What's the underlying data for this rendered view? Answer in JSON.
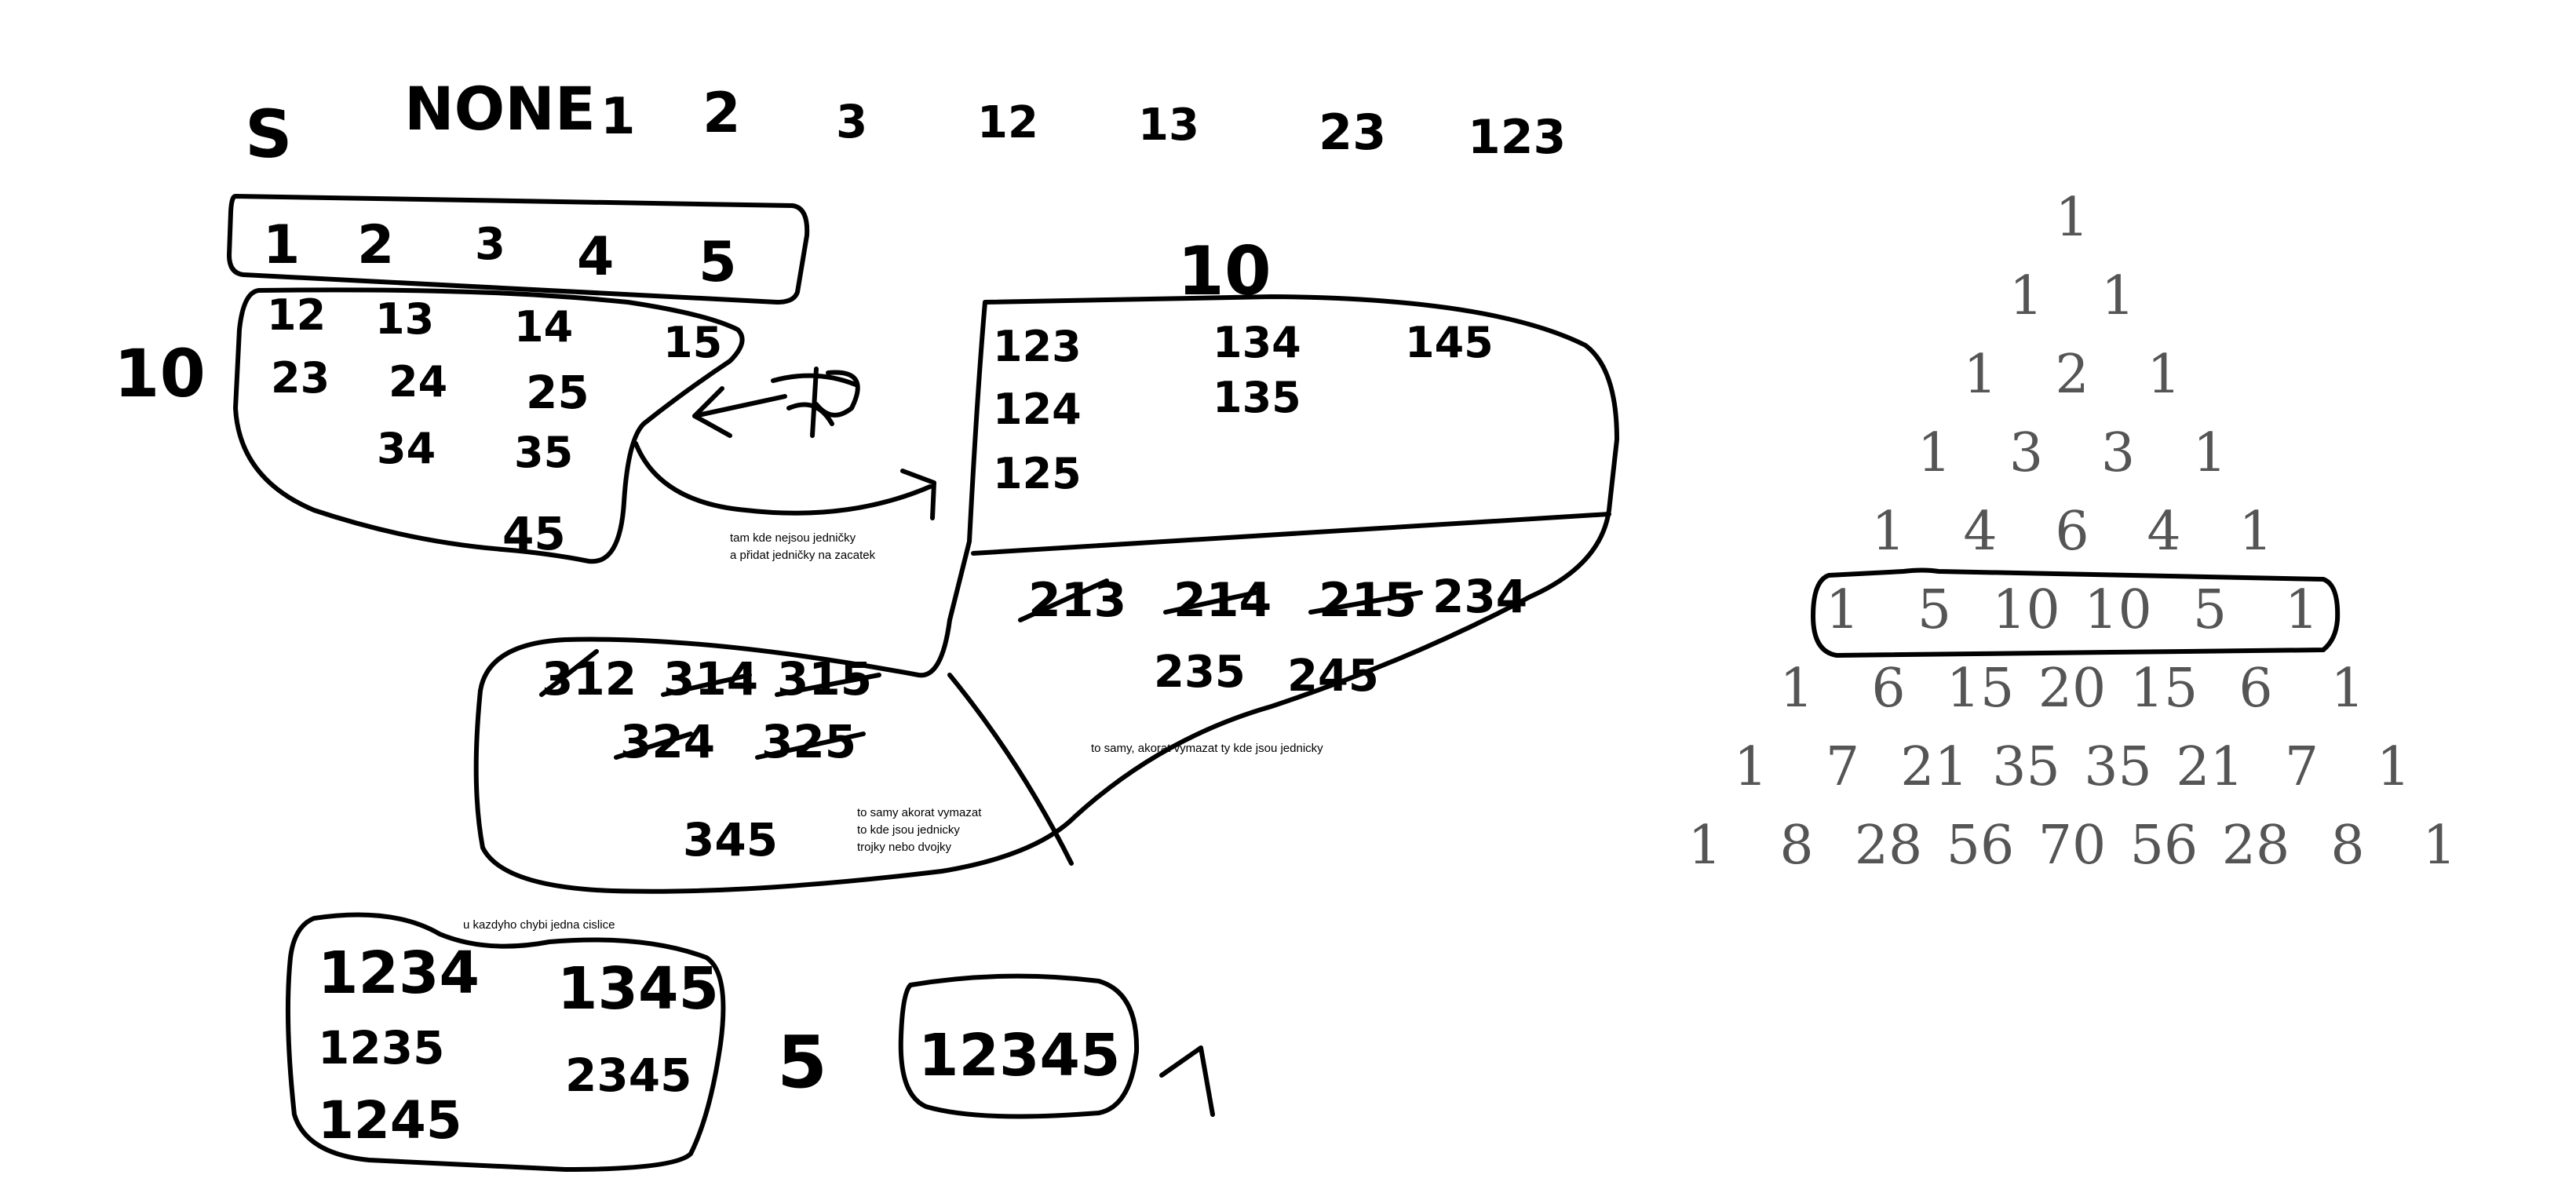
{
  "header": {
    "s_label": "S",
    "items": [
      "NONE",
      "1",
      "2",
      "3",
      "12",
      "13",
      "23",
      "123"
    ]
  },
  "singles": {
    "items": [
      "1",
      "2",
      "3",
      "4",
      "5"
    ]
  },
  "pairs": {
    "count": "10",
    "items": [
      "12",
      "13",
      "14",
      "15",
      "23",
      "24",
      "25",
      "34",
      "35",
      "45"
    ]
  },
  "triples_with_one": {
    "count": "10",
    "items": [
      "123",
      "134",
      "145",
      "124",
      "135",
      "125"
    ]
  },
  "triples_without_one": {
    "crossed": [
      "213",
      "214",
      "215"
    ],
    "items": [
      "234",
      "235",
      "245"
    ]
  },
  "triples_three_prefix": {
    "crossed": [
      "312",
      "314",
      "315",
      "324",
      "325"
    ],
    "items": [
      "345"
    ]
  },
  "quads": {
    "items": [
      "1234",
      "1345",
      "1235",
      "2345",
      "1245"
    ],
    "count": "5"
  },
  "full": {
    "items": [
      "12345"
    ],
    "count": "1"
  },
  "notes": {
    "n1_line1": "tam kde nejsou jedničky",
    "n1_line2": "a přidat jedničky  na zacatek",
    "n2": "to samy, akorat vymazat ty kde jsou jednicky",
    "n3_line1": "to samy akorat vymazat",
    "n3_line2": "to kde jsou jednicky",
    "n3_line3": "trojky nebo dvojky",
    "n4": "u kazdyho chybi jedna cislice"
  },
  "pascal": {
    "rows": [
      [
        "1"
      ],
      [
        "1",
        "1"
      ],
      [
        "1",
        "2",
        "1"
      ],
      [
        "1",
        "3",
        "3",
        "1"
      ],
      [
        "1",
        "4",
        "6",
        "4",
        "1"
      ],
      [
        "1",
        "5",
        "10",
        "10",
        "5",
        "1"
      ],
      [
        "1",
        "6",
        "15",
        "20",
        "15",
        "6",
        "1"
      ],
      [
        "1",
        "7",
        "21",
        "35",
        "35",
        "21",
        "7",
        "1"
      ],
      [
        "1",
        "8",
        "28",
        "56",
        "70",
        "56",
        "28",
        "8",
        "1"
      ]
    ],
    "highlighted_row_index": 5
  }
}
